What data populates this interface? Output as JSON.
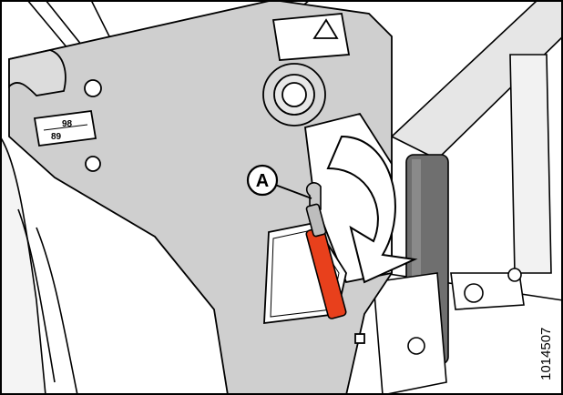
{
  "callout": {
    "letter": "A"
  },
  "figure": {
    "id": "1014507"
  },
  "decal": {
    "top_value": "98",
    "bottom_value": "89"
  }
}
